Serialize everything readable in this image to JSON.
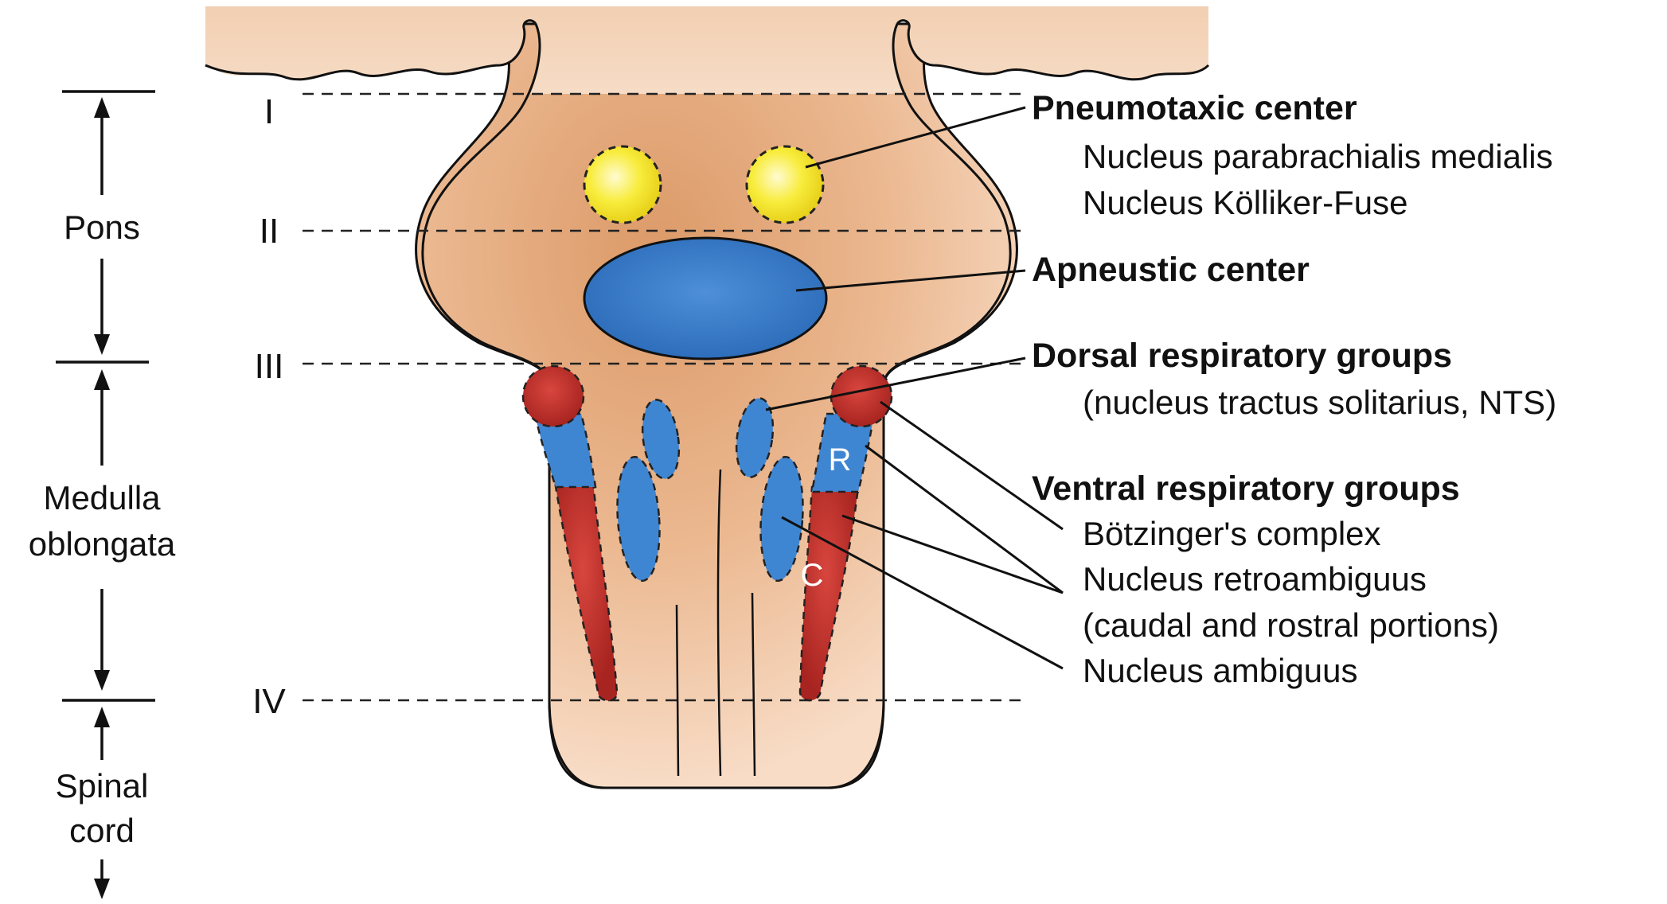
{
  "levels": [
    "I",
    "II",
    "III",
    "IV"
  ],
  "regions": {
    "pons": "Pons",
    "medulla_line1": "Medulla",
    "medulla_line2": "oblongata",
    "spinal_line1": "Spinal",
    "spinal_line2": "cord"
  },
  "labels": {
    "pneumotaxic": {
      "title": "Pneumotaxic center",
      "items": [
        "Nucleus parabrachialis medialis",
        "Nucleus Kölliker-Fuse"
      ]
    },
    "apneustic": {
      "title": "Apneustic center"
    },
    "dorsal": {
      "title": "Dorsal respiratory groups",
      "items": [
        "(nucleus tractus solitarius, NTS)"
      ]
    },
    "ventral": {
      "title": "Ventral respiratory groups",
      "items": [
        "Bötzinger's complex",
        "Nucleus retroambiguus",
        "(caudal and rostral portions)",
        "Nucleus ambiguus"
      ]
    }
  },
  "markers": {
    "rostral": "R",
    "caudal": "C"
  },
  "colors": {
    "tissue": "#e9b48c",
    "tissue_light": "#f6d8bf",
    "pneumotaxic": "#f7ea3a",
    "apneustic": "#2f78c8",
    "respiratory_blue": "#3f86d2",
    "respiratory_red": "#c8322e"
  }
}
